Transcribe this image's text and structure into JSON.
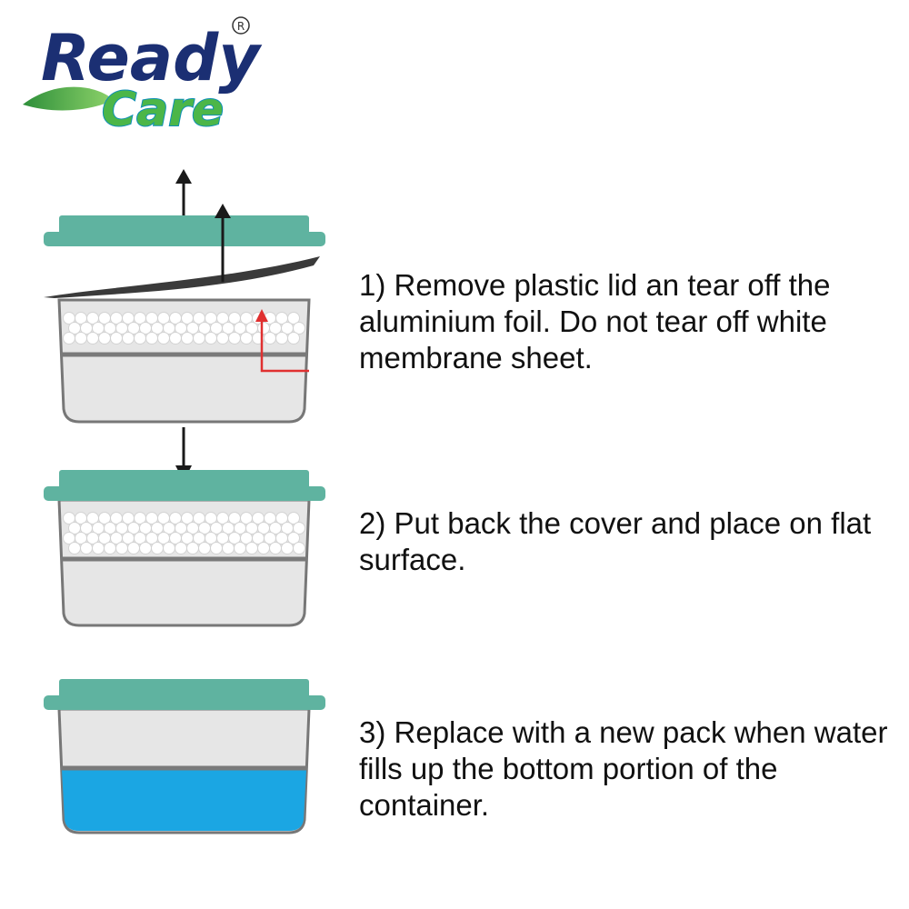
{
  "brand": {
    "name_top": "Ready",
    "name_bottom": "Care",
    "registered_mark": "R",
    "colors": {
      "navy": "#1b2f73",
      "green": "#4cb648",
      "outline": "#ffffff",
      "shadow": "#0e8fb6"
    }
  },
  "colors": {
    "lid": "#5fb3a0",
    "container_fill": "#e6e6e6",
    "container_stroke": "#777777",
    "membrane": "#7a7a7a",
    "foil": "#3a3a3a",
    "water": "#1ba6e3",
    "arrow_black": "#1a1a1a",
    "arrow_red": "#e03030"
  },
  "steps": [
    {
      "text": "1) Remove plastic lid an tear off the aluminium foil. Do not tear off white membrane sheet."
    },
    {
      "text": "2) Put back the cover and place on flat surface."
    },
    {
      "text": "3) Replace with a new pack when water fills up the bottom portion of the container."
    }
  ]
}
